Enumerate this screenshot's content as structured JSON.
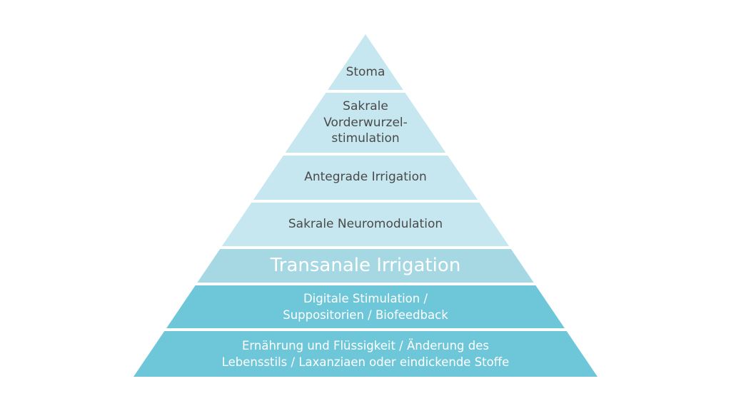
{
  "pyramid": {
    "levels": [
      {
        "lines": [
          "Stoma"
        ],
        "fill": "#c6e7ef",
        "text_color": "#4a4a4a",
        "emphasis": false
      },
      {
        "lines": [
          "Sakrale",
          "Vorderwurzel-",
          "stimulation"
        ],
        "fill": "#c6e7ef",
        "text_color": "#4a4a4a",
        "emphasis": false
      },
      {
        "lines": [
          "Antegrade Irrigation"
        ],
        "fill": "#c6e7ef",
        "text_color": "#4a4a4a",
        "emphasis": false
      },
      {
        "lines": [
          "Sakrale Neuromodulation"
        ],
        "fill": "#c6e7ef",
        "text_color": "#4a4a4a",
        "emphasis": false
      },
      {
        "lines": [
          "Transanale Irrigation"
        ],
        "fill": "#a6d8e4",
        "text_color": "#ffffff",
        "emphasis": true
      },
      {
        "lines": [
          "Digitale Stimulation /",
          "Suppositorien / Biofeedback"
        ],
        "fill": "#6ec7d9",
        "text_color": "#ffffff",
        "emphasis": false
      },
      {
        "lines": [
          "Ernährung und Flüssigkeit / Änderung des",
          "Lebensstils / Laxanziaen oder eindickende Stoffe"
        ],
        "fill": "#6ec7d9",
        "text_color": "#ffffff",
        "emphasis": false
      }
    ]
  }
}
